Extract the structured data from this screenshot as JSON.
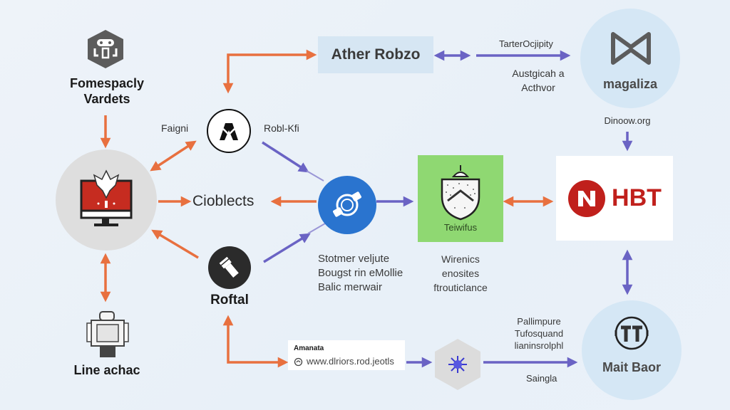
{
  "diagram": {
    "colors": {
      "background": "#ecf2f8",
      "orange_arrow": "#e8703f",
      "purple_arrow": "#6a63c4",
      "blue_node": "#2a74cf",
      "green_node": "#8fd872",
      "light_blue_node": "#d5e7f5",
      "grey_node": "#dedede",
      "hbt_red": "#c0201c",
      "dark_node": "#2b2b2b"
    },
    "nodes": {
      "top_left": {
        "icon": "robot-hexagon-icon",
        "title_line1": "Fomespacly",
        "title_line2": "Vardets"
      },
      "monitor": {
        "icon": "monitor-flame-icon"
      },
      "ather_box": {
        "label": "Ather Robzo"
      },
      "top_right_circle": {
        "icon": "bowtie-icon",
        "label": "magaliza"
      },
      "top_right_caption": "Dinoow.org",
      "top_mid_arrow_label": "TarterOcjipity",
      "top_mid_caption_line1": "Austgicah a",
      "top_mid_caption_line2": "Acthvor",
      "faign_label": "Faigni",
      "robl_label": "Robl-Kfi",
      "cioblects_label": "Cioblects",
      "blue_hub": {
        "icon": "gear-hub-icon"
      },
      "rofial": {
        "icon": "flashlight-icon",
        "label": "Roftal"
      },
      "stormer_caption": [
        "Stotmer veljute",
        "Bougst rin eMollie",
        "Balic merwair"
      ],
      "green_box": {
        "icon": "shield-icon",
        "label": "Teiwifus"
      },
      "wirenics_caption": [
        "Wirenics",
        "enosites",
        "ftrouticlance"
      ],
      "hbt_box": {
        "icon": "hbt-logo-icon",
        "label": "HBT"
      },
      "line_achac": {
        "icon": "machine-icon",
        "label": "Line achac"
      },
      "amanata_box": {
        "title": "Amanata",
        "icon": "link-icon",
        "url": "www.dlriors.rod.jeotls"
      },
      "hex_star": {
        "icon": "spark-icon"
      },
      "pallimpure_caption": [
        "Pallimpure",
        "Tufosquand",
        "lianinsrolphl"
      ],
      "saingla_label": "Saingla",
      "mait_baor": {
        "icon": "tt-badge-icon",
        "label": "Mait Baor"
      }
    }
  }
}
